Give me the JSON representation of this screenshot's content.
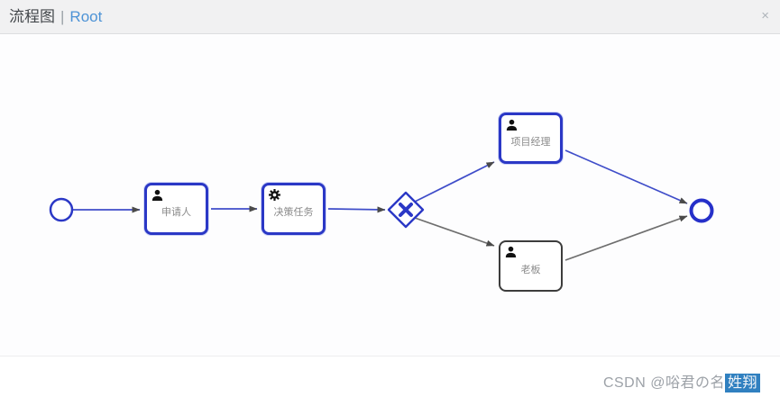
{
  "header": {
    "title": "流程图",
    "separator": "|",
    "subtitle": "Root",
    "close_icon": "×"
  },
  "diagram": {
    "nodes": [
      {
        "id": "start",
        "type": "start-event",
        "label": ""
      },
      {
        "id": "applicant",
        "type": "user-task",
        "label": "申请人",
        "icon": "user-icon",
        "highlighted": true
      },
      {
        "id": "decision",
        "type": "service-task",
        "label": "决策任务",
        "icon": "gear-icon",
        "highlighted": true
      },
      {
        "id": "gateway",
        "type": "exclusive-gateway",
        "label": ""
      },
      {
        "id": "pm",
        "type": "user-task",
        "label": "项目经理",
        "icon": "user-icon",
        "highlighted": true
      },
      {
        "id": "boss",
        "type": "user-task",
        "label": "老板",
        "icon": "user-icon",
        "highlighted": false
      },
      {
        "id": "end",
        "type": "end-event",
        "label": ""
      }
    ],
    "edges": [
      {
        "from": "start",
        "to": "applicant",
        "highlighted": true
      },
      {
        "from": "applicant",
        "to": "decision",
        "highlighted": true
      },
      {
        "from": "decision",
        "to": "gateway",
        "highlighted": true
      },
      {
        "from": "gateway",
        "to": "pm",
        "highlighted": true
      },
      {
        "from": "pm",
        "to": "end",
        "highlighted": true
      },
      {
        "from": "gateway",
        "to": "boss",
        "highlighted": false
      },
      {
        "from": "boss",
        "to": "end",
        "highlighted": false
      }
    ]
  },
  "watermark": {
    "prefix": "CSDN @唂君の名",
    "highlight": "姓翔"
  },
  "colors": {
    "accent_blue": "#2b38c6",
    "edge_blue": "#3f4dc9",
    "edge_gray": "#6e6e6e",
    "arrow_head": "#4a4a4a",
    "header_bg": "#f1f1f2",
    "root_link": "#4d93d6",
    "watermark_badge": "#3080c0"
  }
}
